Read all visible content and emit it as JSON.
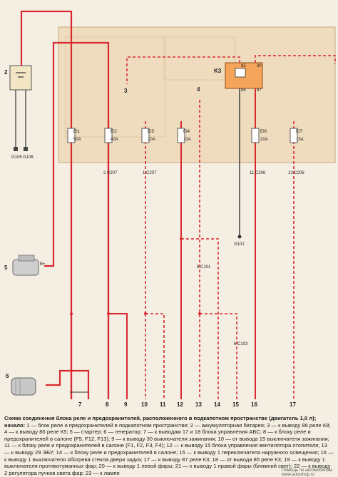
{
  "components": {
    "c2": "2",
    "c3": "3",
    "c4": "4",
    "c5": "5",
    "c6": "6",
    "k3": "K3"
  },
  "relay_pins": {
    "p85": "85",
    "p30": "30",
    "p86": "86",
    "p87": "87"
  },
  "grounds": {
    "g105": "G105",
    "g106": "G106",
    "g101": "G101"
  },
  "fuses": [
    {
      "name": "EI1",
      "rating": "50A"
    },
    {
      "name": "EI2",
      "rating": "40A"
    },
    {
      "name": "EI4",
      "rating": "10A"
    },
    {
      "name": "EI5",
      "rating": "10A"
    },
    {
      "name": "EI6",
      "rating": "20A"
    },
    {
      "name": "EI7",
      "rating": "15A"
    }
  ],
  "connectors": {
    "c207a": "2  C207",
    "c207b": "1  C207",
    "c206a": "11  C206",
    "c206b": "13  C206",
    "c101": "8  C101",
    "c103": "6  C103"
  },
  "motor_pin": "B+",
  "bottom_numbers": [
    "7",
    "8",
    "9",
    "10",
    "11",
    "12",
    "13",
    "14",
    "15",
    "16",
    "17"
  ],
  "caption": {
    "title": "Схема соединения блока реле и предохранителей, расположенного в подкапотном пространстве (двигатель 1,0 л); начало:",
    "body": " 1 — блок реле и предохранителей в подкапотном пространстве; 2 — аккумуляторная батарея; 3 — к выводу 86 реле К8; 4 — к выводу 86 реле К5; 5 — стартер; 6 — генератор; 7 — к выводам 17 и 18 блока управления АБС; 8 — к блоку реле и предохранителей в салоне (F5, F12, F13); 9 — к выводу 30 выключателя зажигания; 10 — от вывода 15 выключателя зажигания; 11 — к блоку реле и предохранителей в салоне (F1, F2, F3, F4); 12 — к выводу 15 блока управления вентилятора отопителя; 13 — к выводу 29 ЭБУ; 14 — к блоку реле и предохранителей в салоне; 15 — к выводу 1 переключателя наружного освещения; 16 — к выводу 1 выключателя обогрева стекла двери задка; 17 — к выводу 87 реле К3; 18 — от вывода 85 реле К3; 19 — к выводу 1 выключателя противотуманных фар; 20 — к выводу 1 левой фары; 21 — к выводу 1 правой фары (ближний свет); 22 — к выводу 2 регулятора пучков света фар; 23 — к лампе"
  },
  "watermark": "Помощь по автомобилям www.autoshop.ru"
}
